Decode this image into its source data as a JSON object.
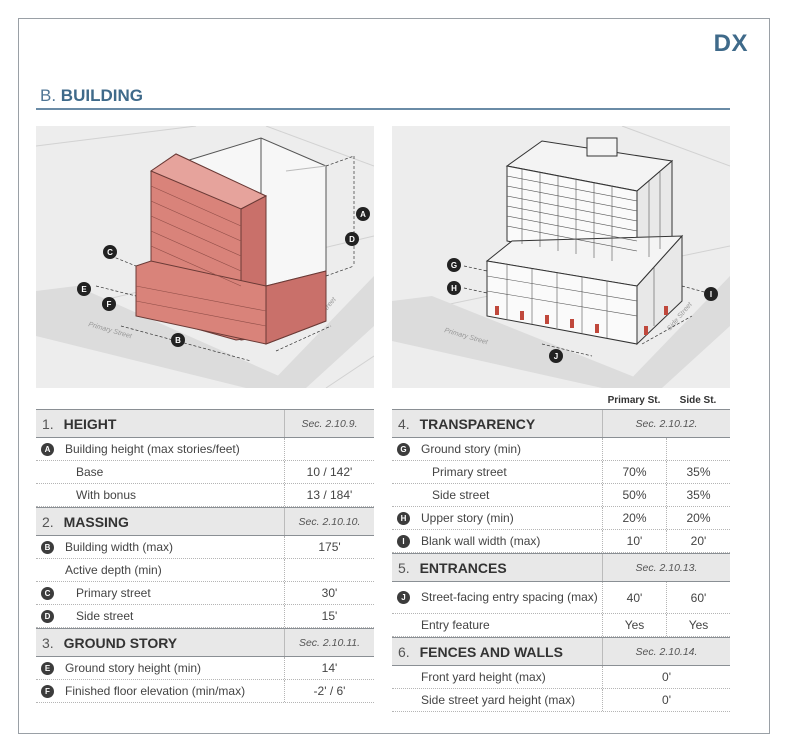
{
  "header": {
    "logo": "DX",
    "section_letter": "B.",
    "section_name": "BUILDING"
  },
  "diagrams": {
    "left": {
      "street_primary": "Primary Street",
      "street_side": "Side Street",
      "markers": [
        "A",
        "B",
        "C",
        "D",
        "E",
        "F"
      ]
    },
    "right": {
      "street_primary": "Primary Street",
      "street_side": "Side Street",
      "markers": [
        "G",
        "H",
        "I",
        "J"
      ]
    }
  },
  "columns": {
    "primary": "Primary St.",
    "side": "Side St."
  },
  "height": {
    "num": "1.",
    "title": "HEIGHT",
    "sec": "Sec. 2.10.9.",
    "rows": [
      {
        "badge": "A",
        "label": "Building height (max stories/feet)",
        "value": ""
      },
      {
        "badge": "",
        "label": "Base",
        "value": "10 / 142'"
      },
      {
        "badge": "",
        "label": "With bonus",
        "value": "13 / 184'"
      }
    ]
  },
  "massing": {
    "num": "2.",
    "title": "MASSING",
    "sec": "Sec. 2.10.10.",
    "rows": [
      {
        "badge": "B",
        "label": "Building width (max)",
        "value": "175'"
      },
      {
        "badge": "",
        "label": "Active depth (min)",
        "value": ""
      },
      {
        "badge": "C",
        "label": "Primary street",
        "value": "30'"
      },
      {
        "badge": "D",
        "label": "Side street",
        "value": "15'"
      }
    ]
  },
  "ground_story": {
    "num": "3.",
    "title": "GROUND STORY",
    "sec": "Sec. 2.10.11.",
    "rows": [
      {
        "badge": "E",
        "label": "Ground story height (min)",
        "value": "14'"
      },
      {
        "badge": "F",
        "label": "Finished floor elevation (min/max)",
        "value": "-2' / 6'"
      }
    ]
  },
  "transparency": {
    "num": "4.",
    "title": "TRANSPARENCY",
    "sec": "Sec. 2.10.12.",
    "rows": [
      {
        "badge": "G",
        "label": "Ground story (min)",
        "primary": "",
        "side": ""
      },
      {
        "badge": "",
        "label": "Primary street",
        "primary": "70%",
        "side": "35%"
      },
      {
        "badge": "",
        "label": "Side street",
        "primary": "50%",
        "side": "35%"
      },
      {
        "badge": "H",
        "label": "Upper story (min)",
        "primary": "20%",
        "side": "20%"
      },
      {
        "badge": "I",
        "label": "Blank wall width (max)",
        "primary": "10'",
        "side": "20'"
      }
    ]
  },
  "entrances": {
    "num": "5.",
    "title": "ENTRANCES",
    "sec": "Sec. 2.10.13.",
    "rows": [
      {
        "badge": "J",
        "label": "Street-facing entry spacing (max)",
        "primary": "40'",
        "side": "60'"
      },
      {
        "badge": "",
        "label": "Entry feature",
        "primary": "Yes",
        "side": "Yes"
      }
    ]
  },
  "fences": {
    "num": "6.",
    "title": "FENCES AND WALLS",
    "sec": "Sec. 2.10.14.",
    "rows": [
      {
        "label": "Front yard height (max)",
        "value": "0'"
      },
      {
        "label": "Side street yard height (max)",
        "value": "0'"
      }
    ]
  }
}
